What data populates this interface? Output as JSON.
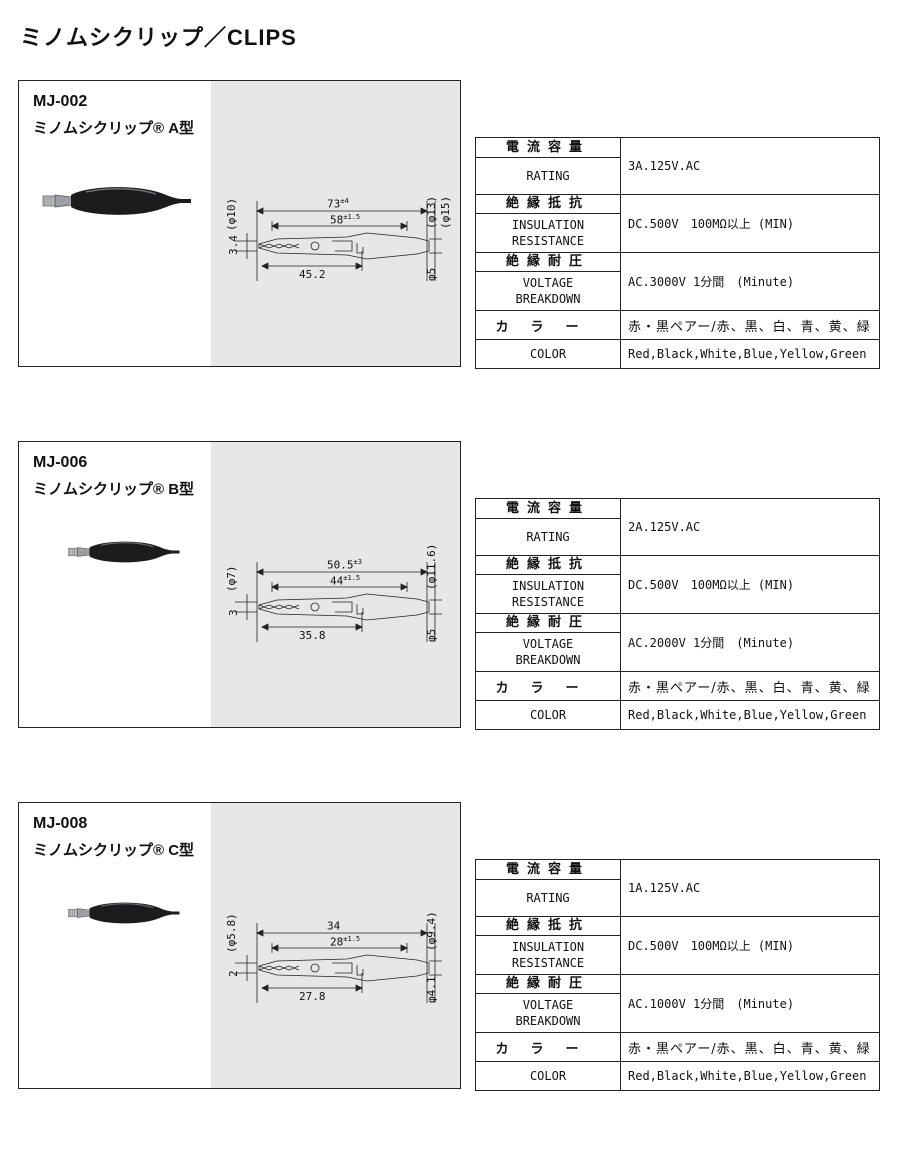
{
  "page_title": "ミノムシクリップ／CLIPS",
  "labels": {
    "rating_jp": "電流容量",
    "rating_en": "RATING",
    "insulation_jp": "絶縁抵抗",
    "insulation_en_1": "INSULATION",
    "insulation_en_2": "RESISTANCE",
    "voltage_jp": "絶縁耐圧",
    "voltage_en_1": "VOLTAGE",
    "voltage_en_2": "BREAKDOWN",
    "color_jp": "カラー",
    "color_en": "COLOR"
  },
  "products": [
    {
      "code": "MJ-002",
      "name": "ミノムシクリップ® A型",
      "rating": "3A.125V.AC",
      "insulation": "DC.500V　100MΩ以上 (MIN)",
      "voltage": "AC.3000V 1分間　(Minute)",
      "color_jp": "赤・黒ペアー/赤、黒、白、青、黄、緑",
      "color_en": "Red,Black,White,Blue,Yellow,Green",
      "dims": {
        "overall": "73",
        "overall_tol": "±4",
        "inner": "58",
        "inner_tol": "±1.5",
        "jaw": "45.2",
        "offset": "3.4",
        "dia_left": "(φ10)",
        "dia_right_1": "(φ13)",
        "dia_right_2": "(φ15)",
        "dia_inner": "φ5"
      }
    },
    {
      "code": "MJ-006",
      "name": "ミノムシクリップ® B型",
      "rating": "2A.125V.AC",
      "insulation": "DC.500V　100MΩ以上 (MIN)",
      "voltage": "AC.2000V 1分間　(Minute)",
      "color_jp": "赤・黒ペアー/赤、黒、白、青、黄、緑",
      "color_en": "Red,Black,White,Blue,Yellow,Green",
      "dims": {
        "overall": "50.5",
        "overall_tol": "±3",
        "inner": "44",
        "inner_tol": "±1.5",
        "jaw": "35.8",
        "offset": "3",
        "dia_left": "(φ7)",
        "dia_right_1": "(φ11.6)",
        "dia_right_2": "",
        "dia_inner": "φ5"
      }
    },
    {
      "code": "MJ-008",
      "name": "ミノムシクリップ® C型",
      "rating": "1A.125V.AC",
      "insulation": "DC.500V　100MΩ以上 (MIN)",
      "voltage": "AC.1000V 1分間　(Minute)",
      "color_jp": "赤・黒ペアー/赤、黒、白、青、黄、緑",
      "color_en": "Red,Black,White,Blue,Yellow,Green",
      "dims": {
        "overall": "34",
        "overall_tol": "",
        "inner": "28",
        "inner_tol": "±1.5",
        "jaw": "27.8",
        "offset": "2",
        "dia_left": "(φ5.8)",
        "dia_right_1": "(φ9.4)",
        "dia_right_2": "",
        "dia_inner": "φ4.1"
      }
    }
  ]
}
